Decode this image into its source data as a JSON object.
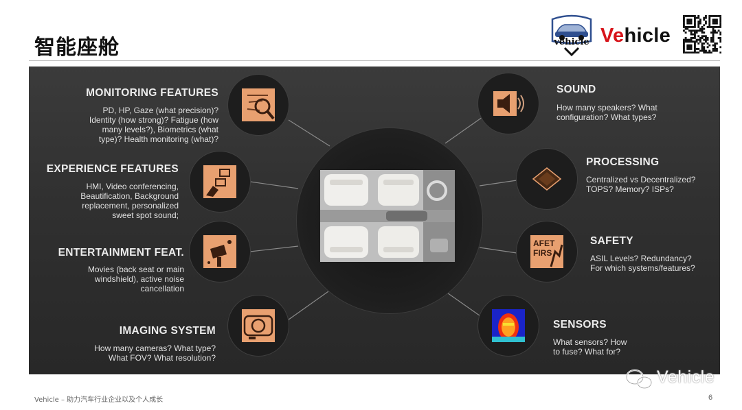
{
  "header": {
    "title": "智能座舱",
    "brand": {
      "accent": "Ve",
      "rest": "hicle"
    },
    "badge_text": "vehicle"
  },
  "hub": {
    "image": "car-cabin-top-view"
  },
  "features": [
    {
      "id": "monitoring",
      "side": "left",
      "title": "MONITORING FEATURES",
      "description": "PD, HP, Gaze (what precision)?\nIdentity (how strong)? Fatigue (how\nmany levels?), Biometrics (what\ntype)? Health monitoring (what)?",
      "icon": "face-recognition-icon"
    },
    {
      "id": "experience",
      "side": "left",
      "title": "EXPERIENCE FEATURES",
      "description": "HMI, Video conferencing,\nBeautification, Background\nreplacement, personalized\nsweet spot sound;",
      "icon": "hand-screens-icon"
    },
    {
      "id": "entertainment",
      "side": "left",
      "title": "ENTERTAINMENT FEAT.",
      "description": "Movies (back seat or main\nwindshield), active noise\ncancellation",
      "icon": "film-projector-icon"
    },
    {
      "id": "imaging",
      "side": "left",
      "title": "IMAGING SYSTEM",
      "description": "How many cameras? What type?\nWhat FOV? What resolution?",
      "icon": "camera-icon"
    },
    {
      "id": "sound",
      "side": "right",
      "title": "SOUND",
      "description": "How many speakers? What\nconfiguration? What types?",
      "icon": "speaker-icon"
    },
    {
      "id": "processing",
      "side": "right",
      "title": "PROCESSING",
      "description": "Centralized vs Decentralized?\nTOPS? Memory? ISPs?",
      "icon": "chip-icon"
    },
    {
      "id": "safety",
      "side": "right",
      "title": "SAFETY",
      "description": "ASIL Levels? Redundancy?\nFor which systems/features?",
      "icon": "safety-first-icon",
      "icon_text": [
        "AFET",
        "FIRS"
      ]
    },
    {
      "id": "sensors",
      "side": "right",
      "title": "SENSORS",
      "description": "What sensors? How\nto fuse? What for?",
      "icon": "thermal-face-icon"
    }
  ],
  "colors": {
    "accent": "#d7141a",
    "icon_orange": "#e8a070",
    "panel": "#303030"
  },
  "footer": {
    "text": "Vehicle – 助力汽车行业企业以及个人成长",
    "page_number": "6",
    "watermark": "Vehicle"
  }
}
